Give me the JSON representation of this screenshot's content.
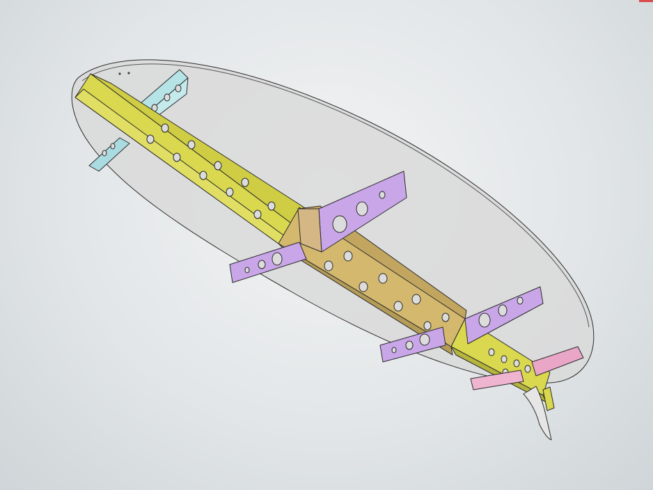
{
  "viewport": {
    "background": "#dfe3e5"
  },
  "colors": {
    "canopy_fill": "#d9d9d9",
    "canopy_edge": "#3a3a3a",
    "main_rail": "#d9d84f",
    "main_rail_shadow": "#b5b43c",
    "center_rail": "#d3b86e",
    "center_rail_shadow": "#b49c57",
    "front_cross_bracket": "#b5e3e6",
    "wing_brackets": "#c9a6e8",
    "tail_brackets": "#e9a6c7",
    "fin": "#e6e6e6",
    "corner_mark": "#d94a4a"
  },
  "parts": [
    {
      "name": "canopy-shell",
      "icon": "ellipse-shell"
    },
    {
      "name": "front-cross-bracket",
      "icon": "bracket"
    },
    {
      "name": "main-rail",
      "icon": "rail"
    },
    {
      "name": "center-rail",
      "icon": "rail"
    },
    {
      "name": "wing-bracket-front",
      "icon": "bracket"
    },
    {
      "name": "wing-bracket-rear",
      "icon": "bracket"
    },
    {
      "name": "tail-bracket",
      "icon": "bracket"
    },
    {
      "name": "tail-fin",
      "icon": "fin"
    }
  ]
}
